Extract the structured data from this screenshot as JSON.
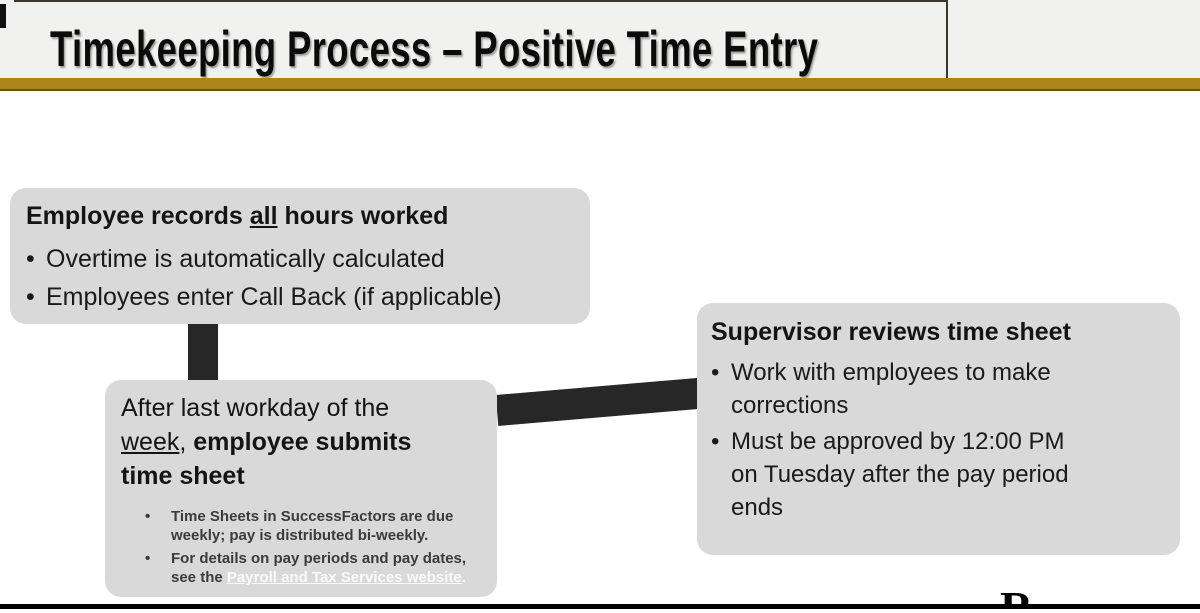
{
  "slide": {
    "title": "Timekeeping Process – Positive Time Entry",
    "accent_color": "#ac8419",
    "box_fill": "#d9d9d9",
    "connector_color": "#272727",
    "partial_letter": "R"
  },
  "box1": {
    "heading_rich": [
      {
        "t": "Employee records "
      },
      {
        "t": "all",
        "u": 1
      },
      {
        "t": " hours worked"
      }
    ],
    "bullets": [
      "Overtime is automatically calculated",
      "Employees enter Call Back (if applicable)"
    ]
  },
  "box2": {
    "heading_rich": [
      {
        "t": "After last workday of the"
      },
      {
        "br": 1
      },
      {
        "t": "week",
        "u": 1
      },
      {
        "t": ", "
      },
      {
        "t": "employee submits",
        "b": 1
      },
      {
        "br": 1
      },
      {
        "t": "time sheet",
        "b": 1
      }
    ],
    "sub_bullets": [
      [
        {
          "t": "Time Sheets in SuccessFactors are due\nweekly; pay is distributed bi-weekly."
        }
      ],
      [
        {
          "t": "For details on pay periods and pay dates,\nsee the "
        },
        {
          "t": "Payroll and Tax Services website",
          "link": 1
        },
        {
          "t": ".",
          "light": 1
        }
      ]
    ]
  },
  "box3": {
    "heading": "Supervisor reviews time sheet",
    "bullets": [
      "Work with employees to make\ncorrections",
      "Must be approved by 12:00 PM\non Tuesday after the pay period\nends"
    ]
  }
}
